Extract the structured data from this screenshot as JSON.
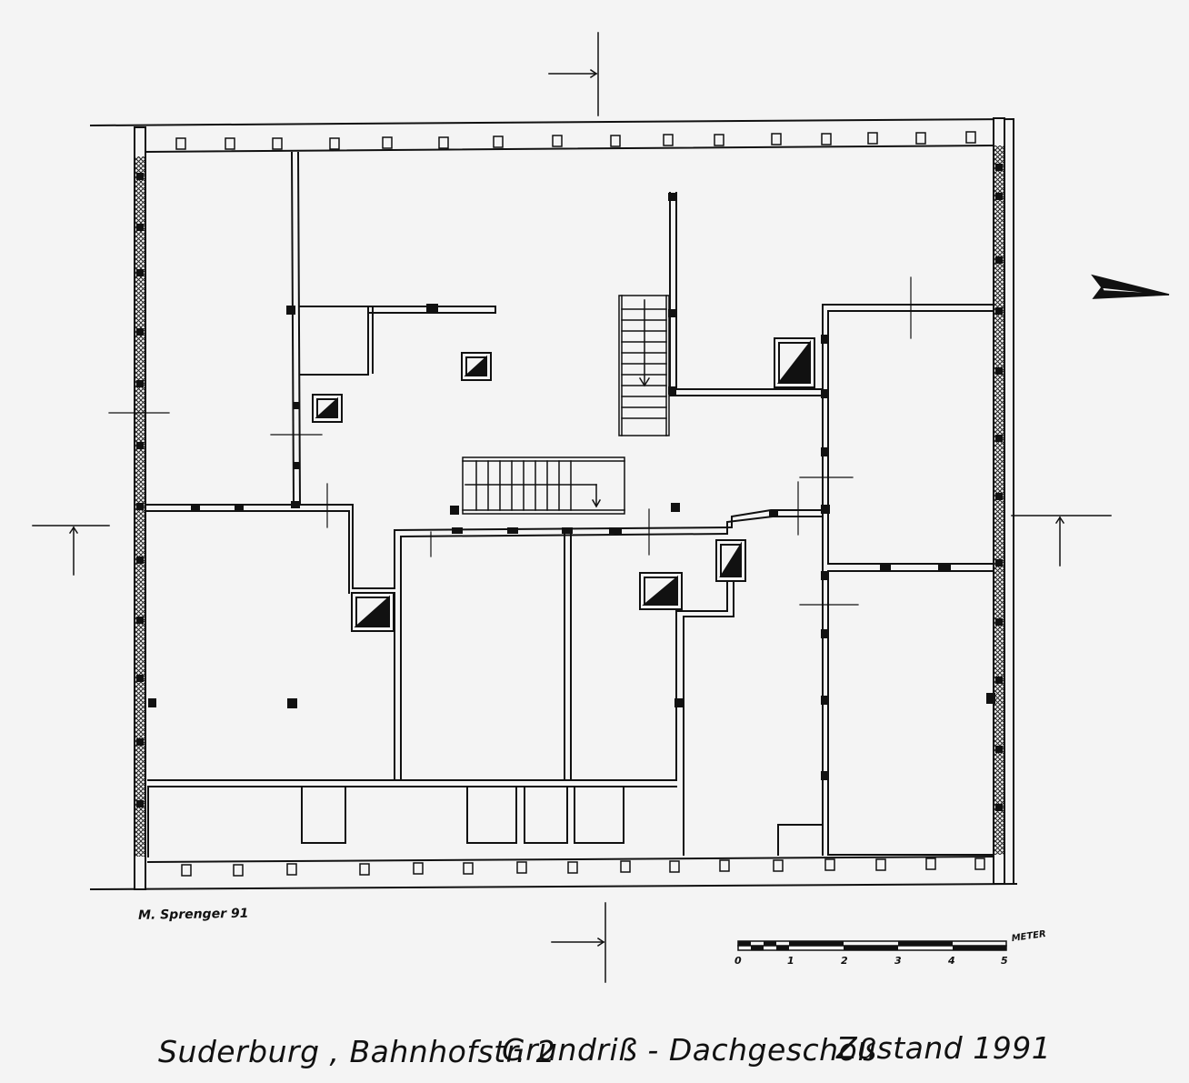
{
  "signature": "M. Sprenger 91",
  "title": {
    "location": "Suderburg , Bahnhofstr. 2",
    "plan": "Grundriß - Dachgeschoß",
    "state": "Zustand 1991"
  },
  "scale_bar": {
    "unit": "METER",
    "ticks": [
      "0",
      "1",
      "2",
      "3",
      "4",
      "5"
    ]
  },
  "symbols": {
    "north_arrow": "north-arrow-icon",
    "section_mark": "section-marker-icon",
    "chimney": "chimney-icon",
    "stair": "staircase-icon"
  },
  "colors": {
    "ink": "#111111",
    "paper": "#f4f4f4"
  }
}
